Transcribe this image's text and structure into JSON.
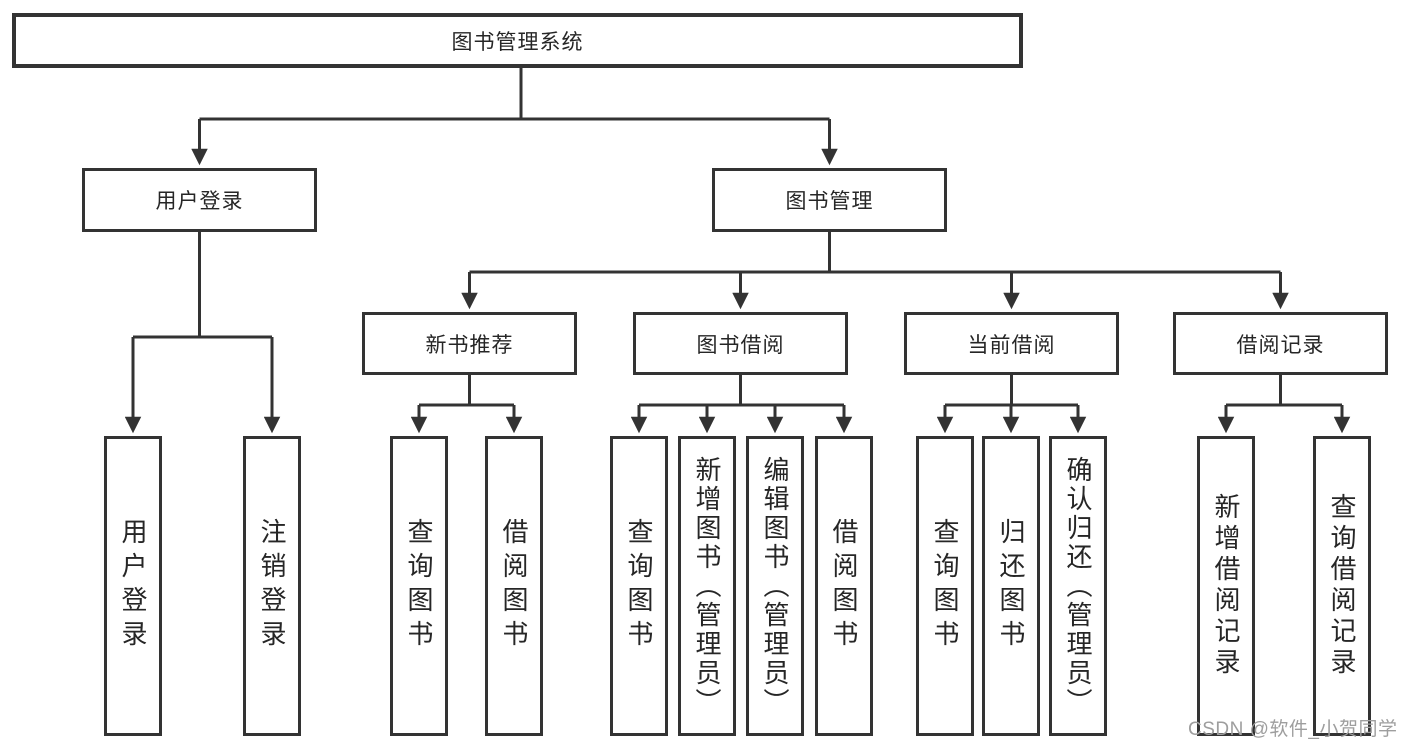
{
  "tree": {
    "root": {
      "label": "图书管理系统"
    },
    "level2": [
      {
        "label": "用户登录",
        "parent": "图书管理系统"
      },
      {
        "label": "图书管理",
        "parent": "图书管理系统"
      }
    ],
    "level3": [
      {
        "label": "新书推荐",
        "parent": "图书管理"
      },
      {
        "label": "图书借阅",
        "parent": "图书管理"
      },
      {
        "label": "当前借阅",
        "parent": "图书管理"
      },
      {
        "label": "借阅记录",
        "parent": "图书管理"
      }
    ],
    "leaves": [
      {
        "label": "用户登录",
        "parent": "用户登录"
      },
      {
        "label": "注销登录",
        "parent": "用户登录"
      },
      {
        "label": "查询图书",
        "parent": "新书推荐"
      },
      {
        "label": "借阅图书",
        "parent": "新书推荐"
      },
      {
        "label": "查询图书",
        "parent": "图书借阅"
      },
      {
        "label": "新增图书（管理员）",
        "parent": "图书借阅"
      },
      {
        "label": "编辑图书（管理员）",
        "parent": "图书借阅"
      },
      {
        "label": "借阅图书",
        "parent": "图书借阅"
      },
      {
        "label": "查询图书",
        "parent": "当前借阅"
      },
      {
        "label": "归还图书",
        "parent": "当前借阅"
      },
      {
        "label": "确认归还（管理员）",
        "parent": "当前借阅"
      },
      {
        "label": "新增借阅记录",
        "parent": "借阅记录"
      },
      {
        "label": "查询借阅记录",
        "parent": "借阅记录"
      }
    ]
  },
  "watermark": {
    "text": "CSDN @软件_小贺同学"
  },
  "colors": {
    "line": "#333333",
    "box_border": "#333333",
    "box_fill": "#ffffff",
    "text": "#262626",
    "watermark": "#9e9e9e"
  }
}
